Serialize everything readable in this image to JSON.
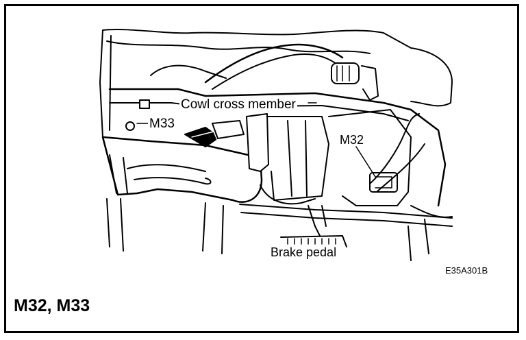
{
  "figure": {
    "labels": {
      "cowl_cross_member": "Cowl cross member",
      "m33": "M33",
      "m32": "M32",
      "brake_pedal": "Brake pedal"
    },
    "figure_code": "E35A301B",
    "caption": "M32, M33"
  }
}
